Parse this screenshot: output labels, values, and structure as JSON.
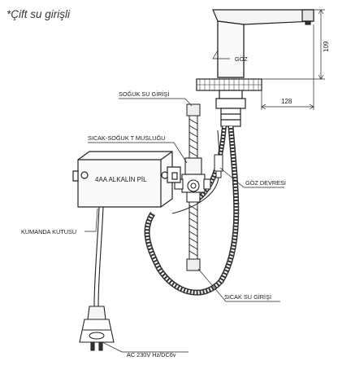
{
  "title": "*Çift su girişli",
  "labels": {
    "goz": "GÖZ",
    "soguk_su_girisi": "SOĞUK SU GİRİŞİ",
    "sicak_soguk_t_muslugu": "SICAK-SOĞUK T MUSLUĞU",
    "goz_devresi": "GÖZ DEVRESİ",
    "kumanda_kutusu": "KUMANDA KUTUSU",
    "sicak_su_girisi": "SICAK SU GİRİŞİ",
    "power": "AC 230V Hz/DC6v"
  },
  "control_box_text": "4AA ALKALİN PİL",
  "dimensions": {
    "height": "109",
    "width": "128"
  }
}
